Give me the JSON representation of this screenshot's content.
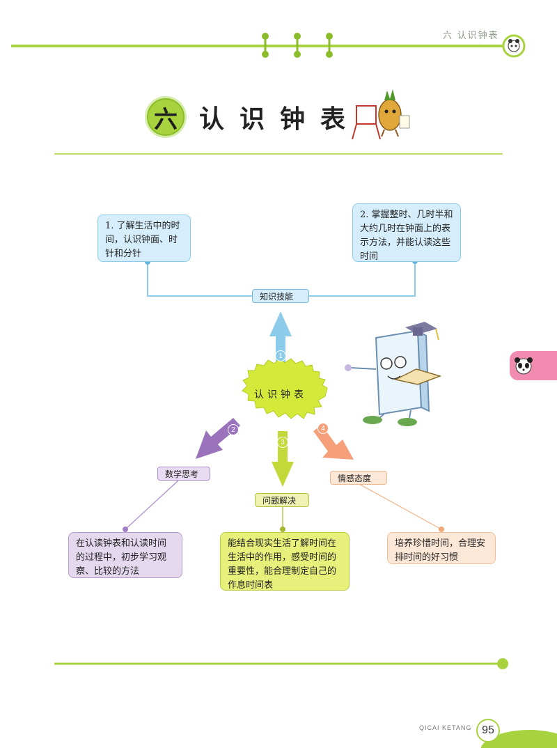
{
  "header": {
    "chapter": "六  认识钟表"
  },
  "title": {
    "badge": "六",
    "text": "认识钟表"
  },
  "mindmap": {
    "center": "认识钟表",
    "branches": [
      {
        "num": "1",
        "label": "知识技能",
        "items": [
          "1. 了解生活中的时间，认识钟面、时针和分针",
          "2. 掌握整时、几时半和大约几时在钟面上的表示方法，并能认读这些时间"
        ]
      },
      {
        "num": "2",
        "label": "数学思考",
        "items": [
          "在认读钟表和认读时间的过程中，初步学习观察、比较的方法"
        ]
      },
      {
        "num": "3",
        "label": "问题解决",
        "items": [
          "能结合现实生活了解时间在生活中的作用，感受时间的重要性，能合理制定自己的作息时间表"
        ]
      },
      {
        "num": "4",
        "label": "情感态度",
        "items": [
          "培养珍惜时间，合理安排时间的好习惯"
        ]
      }
    ]
  },
  "footer": {
    "brand": "QICAI KETANG",
    "page": "95"
  },
  "colors": {
    "green": "#a7d33e",
    "blue": "#8ccbe9",
    "purple": "#9b73bd",
    "yellow": "#c3d93a",
    "orange": "#f5a07a",
    "pink": "#f28bb0"
  }
}
